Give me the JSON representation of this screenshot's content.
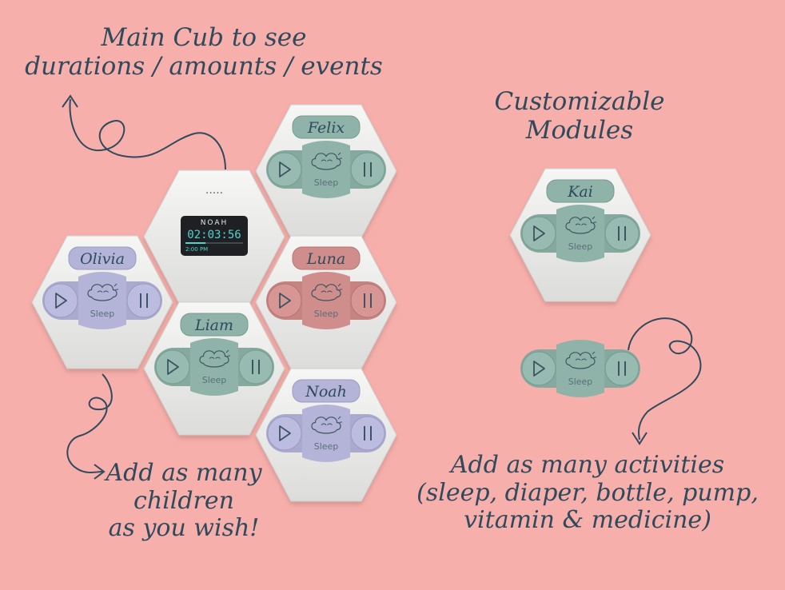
{
  "colors": {
    "background": "#f7afab",
    "hex_body": "#ededeb",
    "ink": "#2f4a5c",
    "green": "#8fb3a9",
    "lavender": "#b3b4d8",
    "rose": "#cf8d8b"
  },
  "annotations": {
    "main_cub": [
      "Main Cub to see",
      "durations / amounts / events"
    ],
    "modules": [
      "Customizable",
      "Modules"
    ],
    "children": [
      "Add as many",
      "children",
      "as you wish!"
    ],
    "activities": [
      "Add as many activities",
      "(sleep, diaper, bottle, pump,",
      "vitamin & medicine)"
    ]
  },
  "main_cub": {
    "dots": "·····",
    "screen": {
      "name": "NOAH",
      "time": "02:03:56",
      "sub": "2:00 PM",
      "progress": 0.35
    }
  },
  "modules": [
    {
      "label": "Felix",
      "color": "green",
      "activity": "Sleep",
      "play_icon": "play-icon",
      "pause_icon": "pause-icon",
      "activity_icon": "cloud-sleep-icon"
    },
    {
      "label": "Luna",
      "color": "rose",
      "activity": "Sleep",
      "play_icon": "play-icon",
      "pause_icon": "pause-icon",
      "activity_icon": "cloud-sleep-icon"
    },
    {
      "label": "Olivia",
      "color": "lavender",
      "activity": "Sleep",
      "play_icon": "play-icon",
      "pause_icon": "pause-icon",
      "activity_icon": "cloud-sleep-icon"
    },
    {
      "label": "Liam",
      "color": "green",
      "activity": "Sleep",
      "play_icon": "play-icon",
      "pause_icon": "pause-icon",
      "activity_icon": "cloud-sleep-icon"
    },
    {
      "label": "Noah",
      "color": "lavender",
      "activity": "Sleep",
      "play_icon": "play-icon",
      "pause_icon": "pause-icon",
      "activity_icon": "cloud-sleep-icon"
    },
    {
      "label": "Kai",
      "color": "green",
      "activity": "Sleep",
      "play_icon": "play-icon",
      "pause_icon": "pause-icon",
      "activity_icon": "cloud-sleep-icon"
    }
  ],
  "loose_module": {
    "color": "green",
    "activity": "Sleep",
    "play_icon": "play-icon",
    "pause_icon": "pause-icon",
    "activity_icon": "cloud-sleep-icon"
  }
}
